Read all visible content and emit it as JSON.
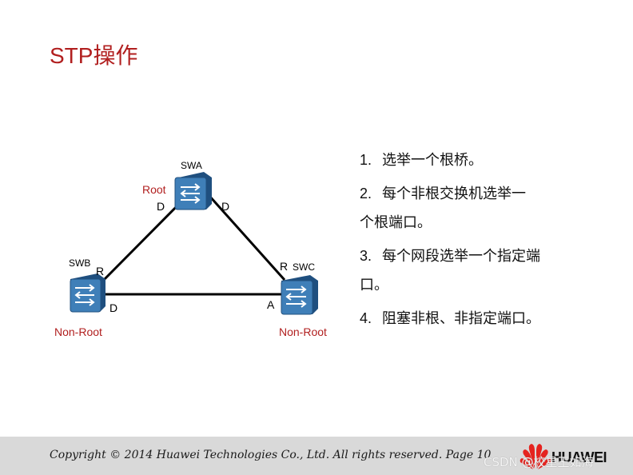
{
  "slide": {
    "title": "STP操作"
  },
  "diagram": {
    "switches": {
      "swa": {
        "name": "SWA",
        "role": "Root"
      },
      "swb": {
        "name": "SWB",
        "role": "Non-Root"
      },
      "swc": {
        "name": "SWC",
        "role": "Non-Root"
      }
    },
    "ports": {
      "swa_left": "D",
      "swa_right": "D",
      "swb_top": "R",
      "swb_bottom": "D",
      "swc_top": "R",
      "swc_bottom": "A"
    }
  },
  "steps": [
    {
      "num": "1.",
      "text": "选举一个根桥。"
    },
    {
      "num": "2.",
      "text": "每个非根交换机选举一个根端口。"
    },
    {
      "num": "3.",
      "text": "每个网段选举一个指定端口。"
    },
    {
      "num": "4.",
      "text": "阻塞非根、非指定端口。"
    }
  ],
  "footer": {
    "copyright": "Copyright © 2014 Huawei Technologies Co., Ltd. All rights reserved. Page 10",
    "brand": "HUAWEI",
    "watermark": "CSDN @校星王如海"
  },
  "colors": {
    "title": "#b11f1f",
    "switch_face": "#3f7fb8",
    "switch_side": "#1f4f7f",
    "footer_bg": "#d9d9d9",
    "logo": "#e5231f"
  }
}
